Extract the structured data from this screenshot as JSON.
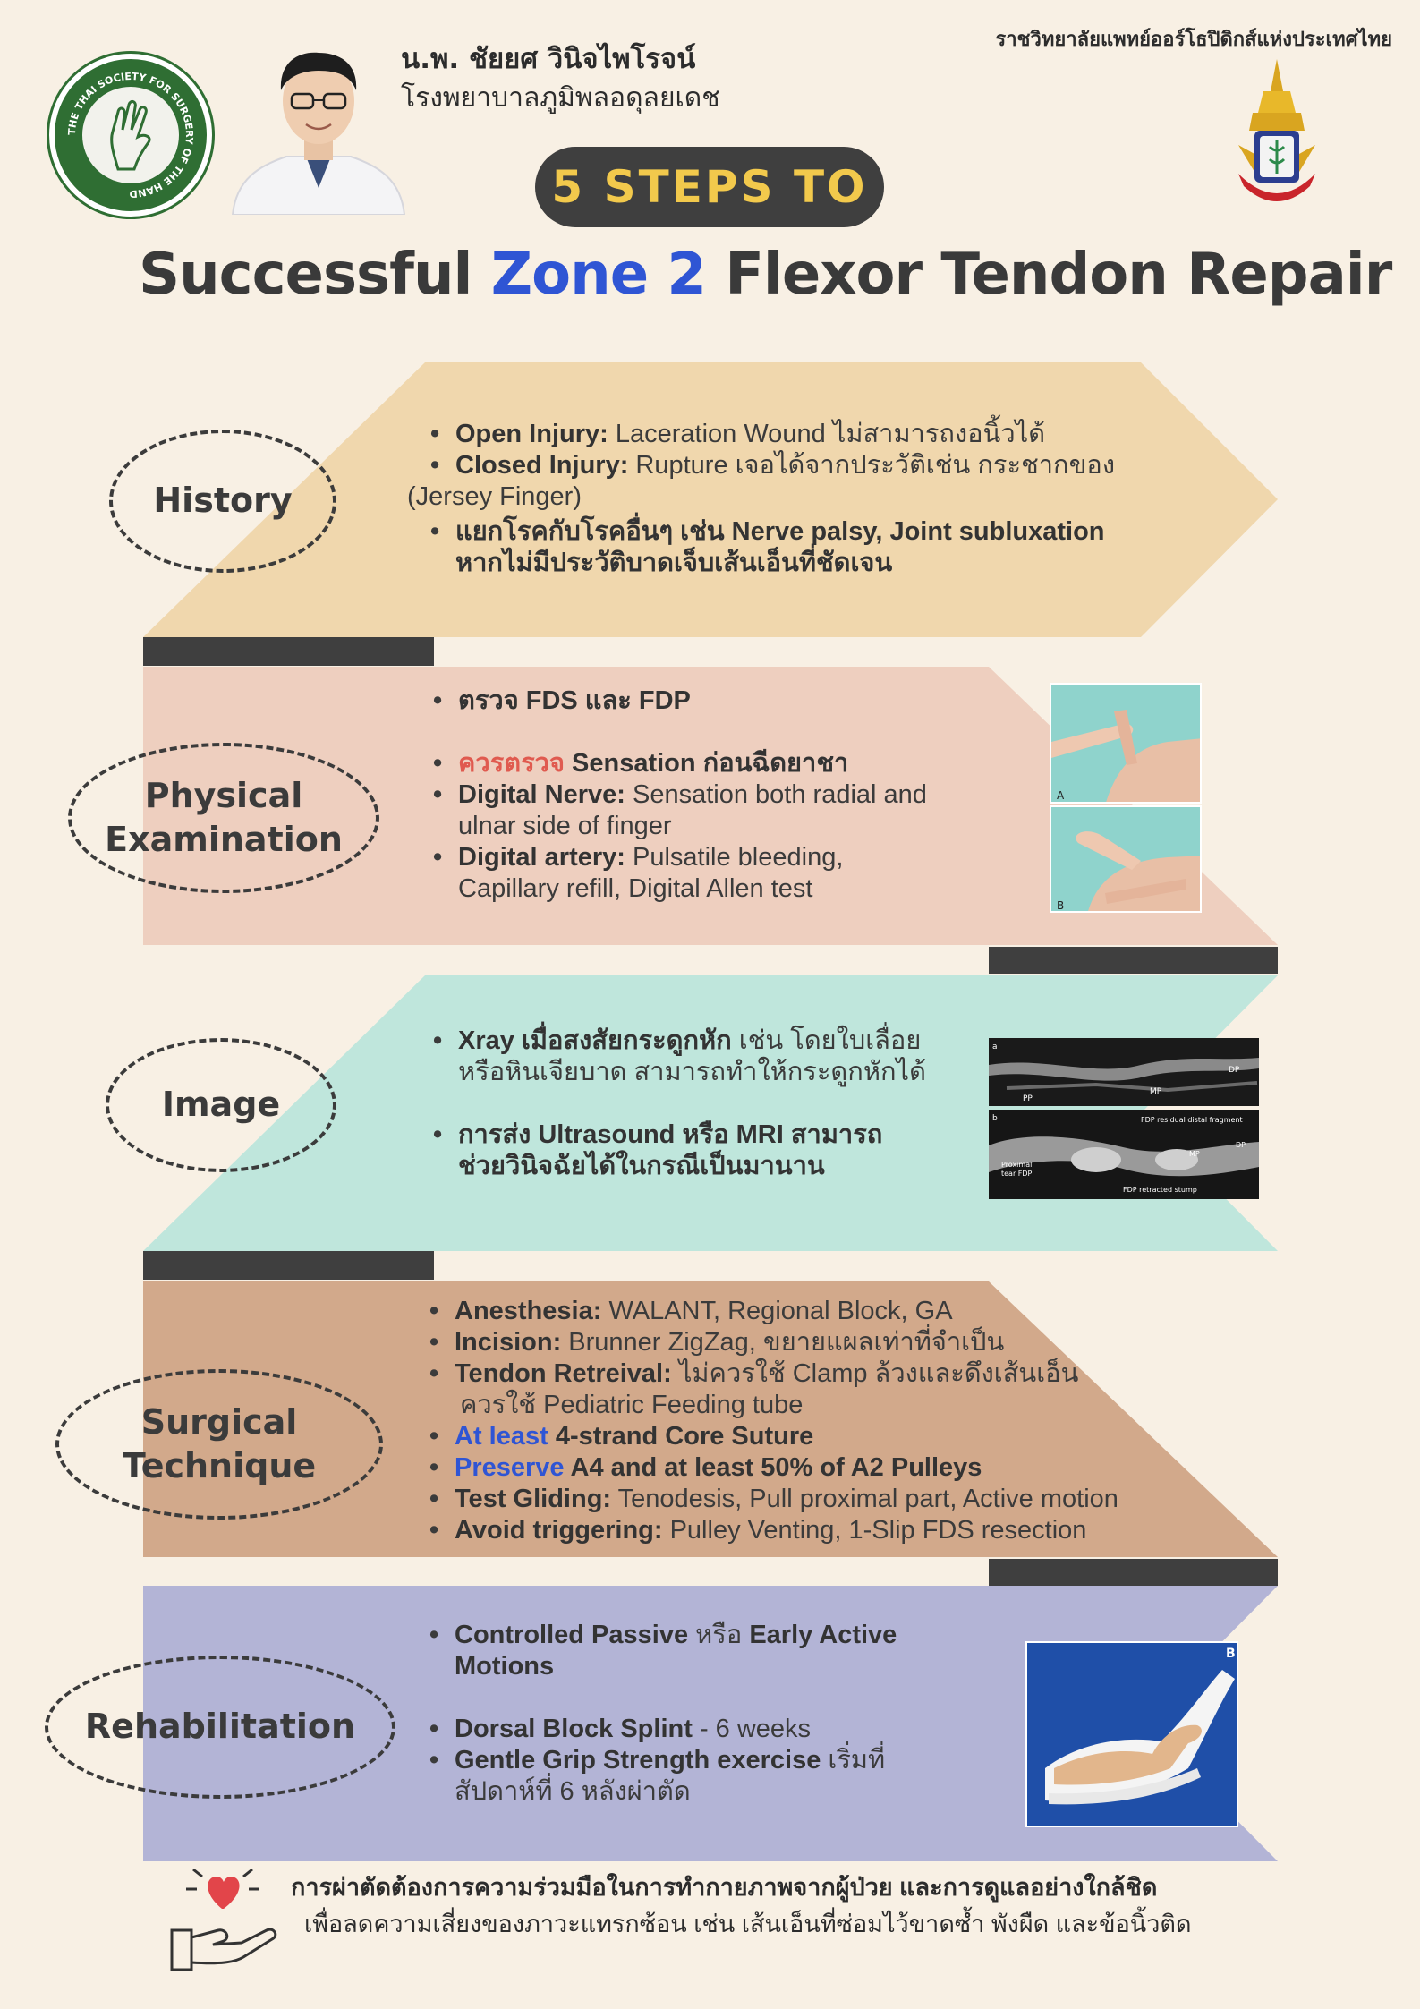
{
  "header": {
    "doctor_name": "น.พ. ชัยยศ วินิจไพโรจน์",
    "hospital": "โรงพยาบาลภูมิพลอดุลยเดช",
    "organization": "ราชวิทยาลัยแพทย์ออร์โธปิดิกส์แห่งประเทศไทย",
    "left_logo_text": "THE THAI SOCIETY FOR SURGERY OF THE HAND",
    "steps_badge": "5 STEPS TO",
    "title_part1": "Successful ",
    "title_highlight": "Zone 2",
    "title_part2": " Flexor Tendon Repair"
  },
  "colors": {
    "background": "#f8f0e4",
    "history": "#f0d7ad",
    "physical": "#eecfbf",
    "image": "#bfe6dc",
    "surgical": "#d2a98b",
    "rehab": "#b3b4d6",
    "bar": "#3f3f3f",
    "accent_blue": "#2f55d4",
    "accent_red": "#e05a4f",
    "badge_text": "#f2c94c"
  },
  "sections": {
    "history": {
      "label": "History",
      "b1_bold": "Open Injury:",
      "b1_text": " Laceration Wound ไม่สามารถงอนิ้วได้",
      "b2_bold": "Closed Injury:",
      "b2_text": " Rupture เจอได้จากประวัติเช่น กระชากของ",
      "b2_cont": "(Jersey Finger)",
      "b3_bold_l1": "แยกโรคกับโรคอื่นๆ เช่น Nerve palsy, Joint subluxation",
      "b3_bold_l2": "หากไม่มีประวัติบาดเจ็บเส้นเอ็นที่ชัดเจน"
    },
    "physical": {
      "label_l1": "Physical",
      "label_l2": "Examination",
      "b1_bold": "ตรวจ FDS และ FDP",
      "b2_red": "ควรตรวจ",
      "b2_bold": " Sensation ก่อนฉีดยาชา",
      "b3_bold": "Digital Nerve:",
      "b3_text": " Sensation both radial and",
      "b3_cont": "ulnar side of finger",
      "b4_bold": "Digital artery:",
      "b4_text": " Pulsatile bleeding,",
      "b4_cont": "Capillary refill, Digital Allen test",
      "photo_a": "A",
      "photo_b": "B"
    },
    "image": {
      "label": "Image",
      "b1_bold": "Xray เมื่อสงสัยกระดูกหัก",
      "b1_text": " เช่น โดยใบเลื่อย",
      "b1_cont": "หรือหินเจียบาด สามารถทำให้กระดูกหักได้",
      "b2_bold_l1": "การส่ง Ultrasound หรือ MRI สามารถ",
      "b2_bold_l2": "ช่วยวินิจฉัยได้ในกรณีเป็นมานาน",
      "us_labels": {
        "a": "a",
        "pp": "PP",
        "mp": "MP",
        "dp": "DP",
        "b": "b",
        "fdp_distal": "FDP residual distal fragment",
        "proximal": "Proximal",
        "tear_fdp": "tear FDP",
        "mp2": "MP",
        "dp2": "DP",
        "retracted": "FDP retracted stump"
      }
    },
    "surgical": {
      "label_l1": "Surgical",
      "label_l2": "Technique",
      "b1_bold": "Anesthesia:",
      "b1_text": " WALANT, Regional Block, GA",
      "b2_bold": "Incision:",
      "b2_text": " Brunner ZigZag, ขยายแผลเท่าที่จำเป็น",
      "b3_bold": "Tendon Retreival:",
      "b3_text": " ไม่ควรใช้ Clamp ล้วงและดึงเส้นเอ็น",
      "b3_cont": "ควรใช้ Pediatric Feeding tube",
      "b4_blue": "At least",
      "b4_bold": " 4-strand Core Suture",
      "b5_blue": "Preserve",
      "b5_bold": " A4 and at least 50% of A2 Pulleys",
      "b6_bold": "Test Gliding:",
      "b6_text": " Tenodesis, Pull proximal part, Active motion",
      "b7_bold": "Avoid triggering:",
      "b7_text": " Pulley Venting, 1-Slip FDS resection"
    },
    "rehab": {
      "label": "Rehabilitation",
      "b1_bold": "Controlled Passive",
      "b1_text": " หรือ ",
      "b1_bold2": "Early Active",
      "b1_cont": "Motions",
      "b2_bold": "Dorsal Block Splint",
      "b2_text": " - 6 weeks",
      "b3_bold": "Gentle Grip Strength exercise",
      "b3_text": " เริ่มที่",
      "b3_cont": "สัปดาห์ที่ 6 หลังผ่าตัด",
      "photo_label": "B"
    }
  },
  "footer": {
    "line1": "การผ่าตัดต้องการความร่วมมือในการทำกายภาพจากผู้ป่วย และการดูแลอย่างใกล้ชิด",
    "line2": "เพื่อลดความเสี่ยงของภาวะแทรกซ้อน เช่น เส้นเอ็นที่ซ่อมไว้ขาดซ้ำ พังผืด และข้อนิ้วติด"
  }
}
